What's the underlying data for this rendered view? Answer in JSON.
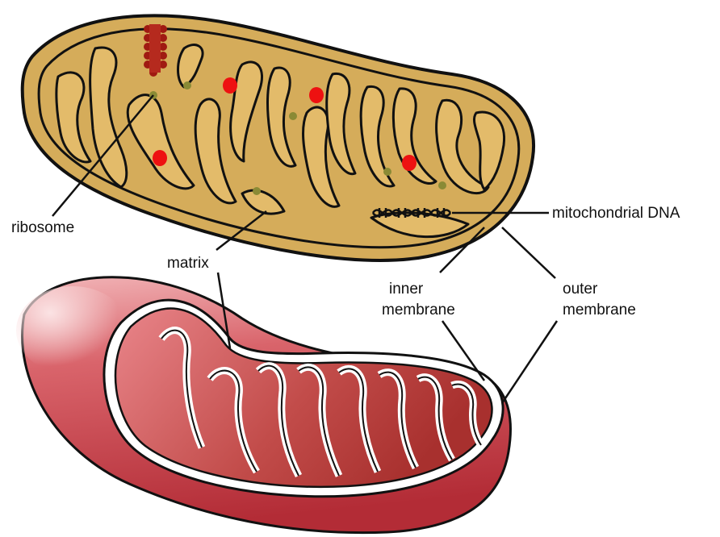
{
  "labels": {
    "ribosome": "ribosome",
    "matrix": "matrix",
    "mito_dna": "mitochondrial DNA",
    "inner_1": "inner",
    "inner_2": "membrane",
    "outer_1": "outer",
    "outer_2": "membrane"
  },
  "colors": {
    "outline": "#111111",
    "cell_fill": "#d5ac5a",
    "cell_inner": "#e8c57b",
    "ribosome_dark": "#a01a12",
    "ribosome_dot": "#8a8a35",
    "red_granule": "#ee1111",
    "outer_red": "#c9414b",
    "outer_light": "#ec9ea2",
    "inner_deep": "#b73c3a",
    "membrane_white": "#ffffff"
  }
}
